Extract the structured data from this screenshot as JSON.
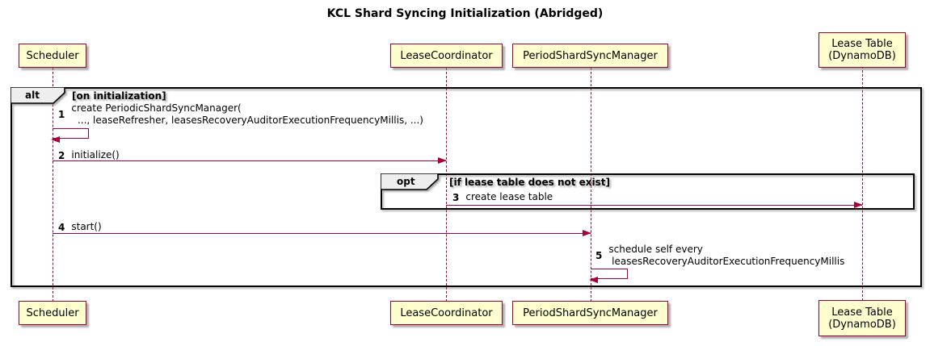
{
  "title": "KCL Shard Syncing Initialization (Abridged)",
  "colors": {
    "participant_fill": "#FEFECE",
    "participant_border": "#A80036",
    "message_line": "#A80036",
    "frame_border": "#000000",
    "frame_label_fill": "#EEEEEE"
  },
  "participants": [
    {
      "id": "scheduler",
      "label": "Scheduler"
    },
    {
      "id": "lease-coordinator",
      "label": "LeaseCoordinator"
    },
    {
      "id": "period-shard-sync-manager",
      "label": "PeriodShardSyncManager"
    },
    {
      "id": "lease-table",
      "label": "Lease Table\n(DynamoDB)"
    }
  ],
  "frames": [
    {
      "keyword": "alt",
      "condition": "[on initialization]"
    },
    {
      "keyword": "opt",
      "condition": "[if lease table does not exist]"
    }
  ],
  "messages": [
    {
      "num": "1",
      "from": "Scheduler",
      "to": "Scheduler",
      "kind": "self",
      "text": "create PeriodicShardSyncManager(\n  ..., leaseRefresher, leasesRecoveryAuditorExecutionFrequencyMillis, ...)"
    },
    {
      "num": "2",
      "from": "Scheduler",
      "to": "LeaseCoordinator",
      "kind": "arrow",
      "text": "initialize()"
    },
    {
      "num": "3",
      "from": "LeaseCoordinator",
      "to": "Lease Table (DynamoDB)",
      "kind": "arrow",
      "text": "create lease table"
    },
    {
      "num": "4",
      "from": "Scheduler",
      "to": "PeriodShardSyncManager",
      "kind": "arrow",
      "text": "start()"
    },
    {
      "num": "5",
      "from": "PeriodShardSyncManager",
      "to": "PeriodShardSyncManager",
      "kind": "self",
      "text": "schedule self every\n leasesRecoveryAuditorExecutionFrequencyMillis"
    }
  ]
}
